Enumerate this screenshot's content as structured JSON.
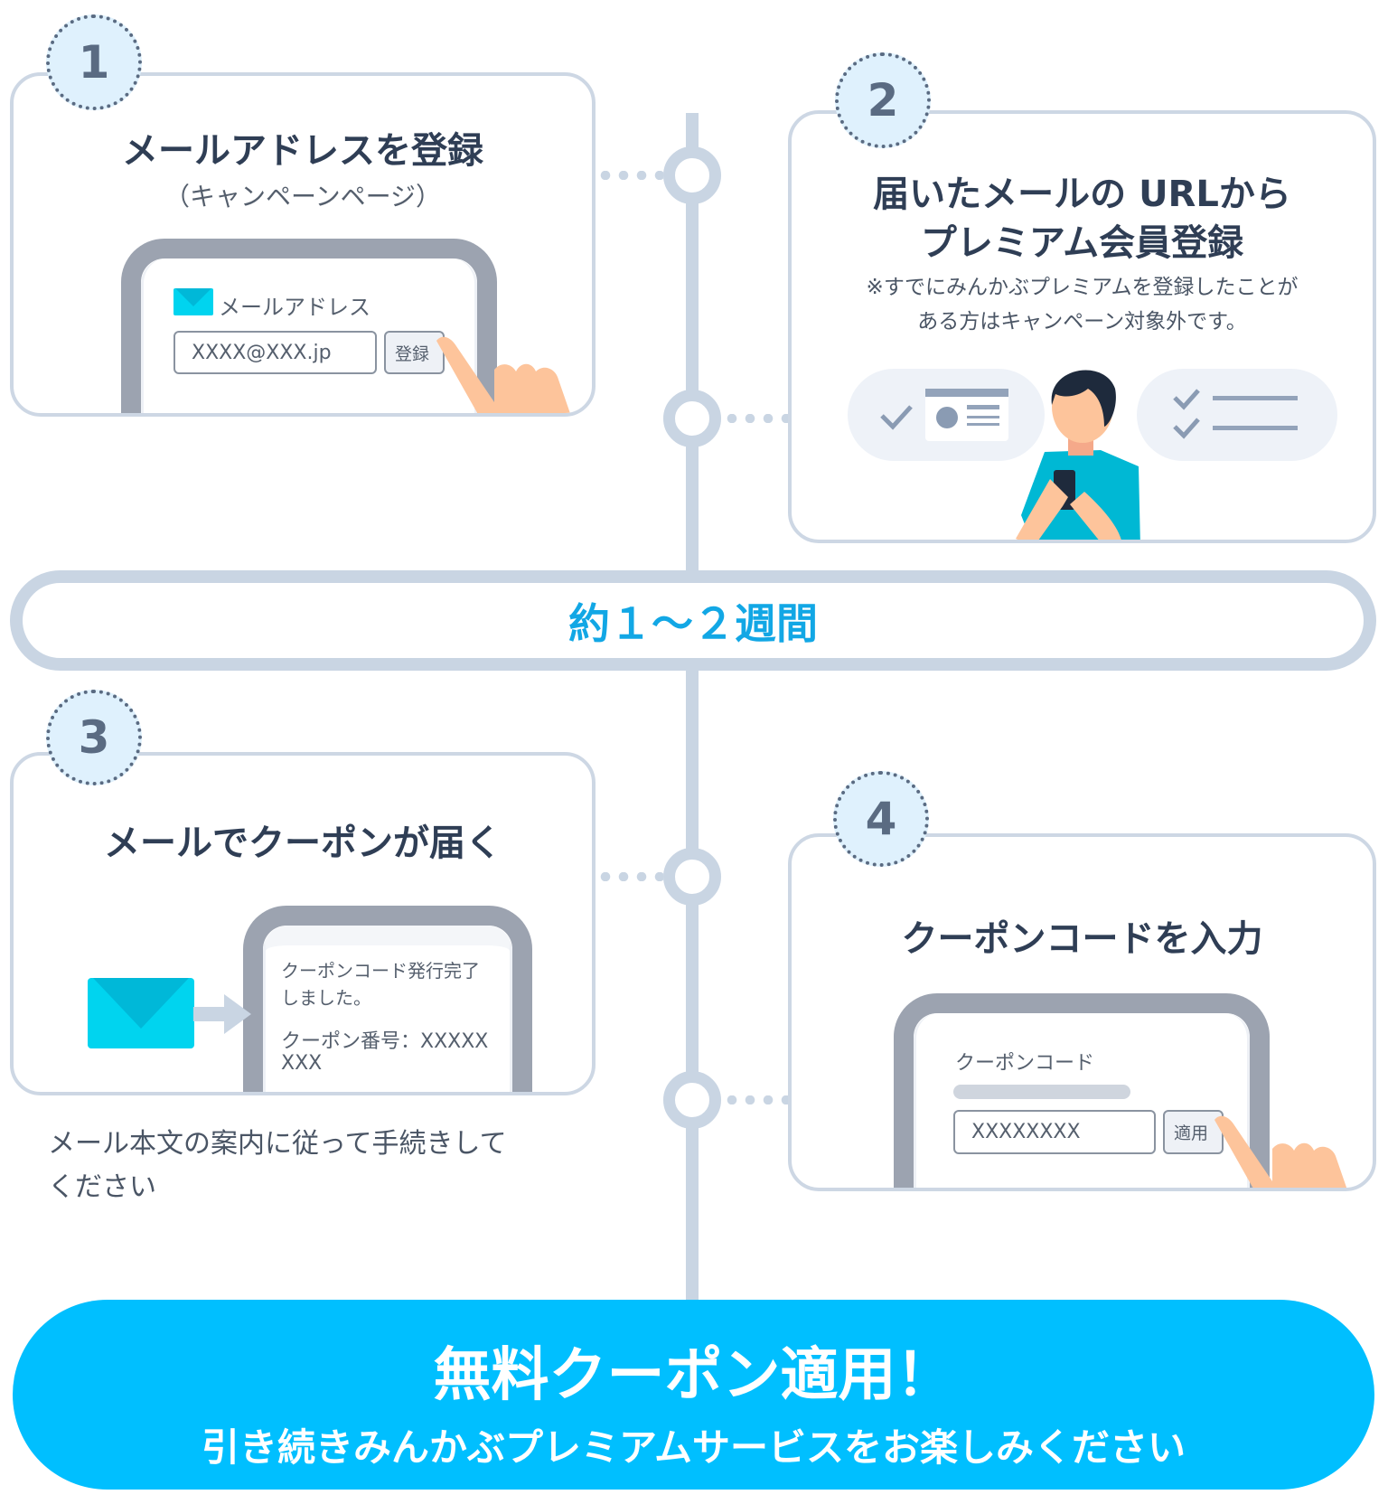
{
  "colors": {
    "accent": "#12a7e5",
    "cta": "#00bfff",
    "line": "#c9d5e3",
    "text": "#2f3e55"
  },
  "steps": [
    {
      "number": "1",
      "title": "メールアドレスを登録",
      "subtitle": "（キャンペーンページ）",
      "phone": {
        "label": "メールアドレス",
        "input_value": "XXXX@XXX.jp",
        "button": "登録"
      },
      "icons": [
        "mail-icon",
        "hand-pointer-icon"
      ]
    },
    {
      "number": "2",
      "title_line1": "届いたメールの URLから",
      "title_line2": "プレミアム会員登録",
      "note_line1": "※すでにみんかぶプレミアムを登録したことが",
      "note_line2": "ある方はキャンペーン対象外です。",
      "icons": [
        "check-id-card-icon",
        "person-with-phone-icon",
        "checklist-icon"
      ]
    },
    {
      "number": "3",
      "title": "メールでクーポンが届く",
      "phone": {
        "line1": "クーポンコード発行完了",
        "line2": "しました。",
        "line3": "クーポン番号：XXXXX",
        "line4": "XXX"
      },
      "note_line1": "メール本文の案内に従って手続きして",
      "note_line2": "ください",
      "icons": [
        "mail-icon",
        "arrow-right-icon"
      ]
    },
    {
      "number": "4",
      "title": "クーポンコードを入力",
      "phone": {
        "label": "クーポンコード",
        "input_value": "XXXXXXXX",
        "button": "適用"
      },
      "icons": [
        "hand-pointer-icon"
      ]
    }
  ],
  "period": {
    "label": "約１～２週間"
  },
  "final": {
    "title": "無料クーポン適用！",
    "subtitle": "引き続きみんかぶプレミアムサービスをお楽しみください"
  }
}
